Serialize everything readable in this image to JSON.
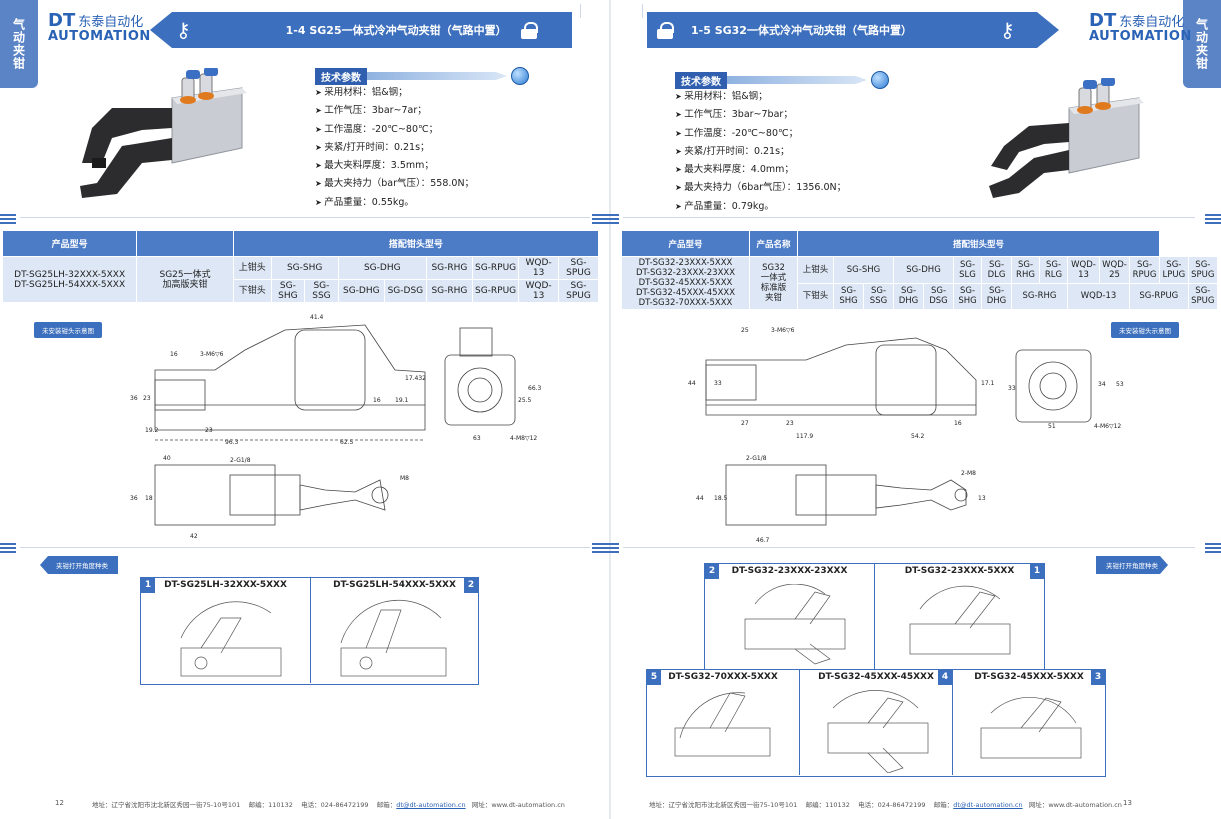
{
  "left": {
    "side_tab": "气动夹钳",
    "logo": {
      "dt": "DT",
      "cn": "东泰自动化",
      "en": "AUTOMATION"
    },
    "title": "1-4  SG25一体式冷冲气动夹钳（气路中置）",
    "params_label": "技术参数",
    "params": [
      "采用材料：铝&钢；",
      "工作气压：3bar~7ar；",
      "工作温度：-20℃~80℃；",
      "夹紧/打开时间：0.21s；",
      "最大夹料厚度：3.5mm；",
      "最大夹持力（bar气压）：558.0N；",
      "产品重量：0.55kg。"
    ],
    "table": {
      "h_model": "产品型号",
      "h_fit": "搭配钳头型号",
      "models": [
        "DT-SG25LH-32XXX-5XXX",
        "DT-SG25LH-54XXX-5XXX"
      ],
      "name": [
        "SG25一体式",
        "加高版夹钳"
      ],
      "upper_label": "上钳头",
      "lower_label": "下钳头",
      "upper": [
        "SG-SHG",
        "SG-DHG",
        "SG-RHG",
        "SG-RPUG",
        "WQD-13",
        "SG-SPUG"
      ],
      "lower": [
        "SG-SHG",
        "SG-SSG",
        "SG-DHG",
        "SG-DSG",
        "SG-RHG",
        "SG-RPUG",
        "WQD-13",
        "SG-SPUG"
      ]
    },
    "diagram_tag": "未安装钳头示意图",
    "dims_top": [
      "41.4",
      "3-M6▽6",
      "16",
      "36",
      "23",
      "19.2",
      "23",
      "96.3",
      "62.5",
      "16",
      "19.1",
      "17.432",
      "4-M8▽12",
      "63",
      "25.5",
      "66.3"
    ],
    "dims_bottom": [
      "40",
      "2-G1/8",
      "36",
      "18",
      "42",
      "M8"
    ],
    "angle_tag": "夹钳打开角度种类",
    "panels": [
      {
        "num": "1",
        "title": "DT-SG25LH-32XXX-5XXX"
      },
      {
        "num": "2",
        "title": "DT-SG25LH-54XXX-5XXX"
      }
    ],
    "footer": {
      "page": "12",
      "address": "地址：辽宁省沈阳市沈北新区秀园一街75-10号101",
      "zip": "邮编：110132",
      "phone": "电话：024-86472199",
      "email_label": "邮箱：",
      "email": "dt@dt-automation.cn",
      "web": "网址：www.dt-automation.cn"
    }
  },
  "right": {
    "side_tab": "气动夹钳",
    "logo": {
      "dt": "DT",
      "cn": "东泰自动化",
      "en": "AUTOMATION"
    },
    "title": "1-5  SG32一体式冷冲气动夹钳（气路中置）",
    "params_label": "技术参数",
    "params": [
      "采用材料：铝&钢；",
      "工作气压：3bar~7bar；",
      "工作温度：-20℃~80℃；",
      "夹紧/打开时间：0.21s；",
      "最大夹料厚度：4.0mm；",
      "最大夹持力（6bar气压）：1356.0N；",
      "产品重量：0.79kg。"
    ],
    "table": {
      "h_model": "产品型号",
      "h_name": "产品名称",
      "h_fit": "搭配钳头型号",
      "models": [
        "DT-SG32-23XXX-5XXX",
        "DT-SG32-23XXX-23XXX",
        "DT-SG32-45XXX-5XXX",
        "DT-SG32-45XXX-45XXX",
        "DT-SG32-70XXX-5XXX"
      ],
      "name": [
        "SG32",
        "一体式",
        "标准版",
        "夹钳"
      ],
      "upper_label": "上钳头",
      "lower_label": "下钳头",
      "upper": [
        "SG-SHG",
        "SG-DHG",
        "SG-SLG",
        "SG-DLG",
        "SG-RHG",
        "SG-RLG",
        "WQD-13",
        "WQD-25",
        "SG-RPUG",
        "SG-LPUG",
        "SG-SPUG"
      ],
      "lower": [
        "SG-SHG",
        "SG-SSG",
        "SG-DHG",
        "SG-DSG",
        "SG-SHG",
        "SG-DHG",
        "SG-RHG",
        "WQD-13",
        "SG-RPUG",
        "SG-SPUG"
      ]
    },
    "diagram_tag": "未安装钳头示意图",
    "dims_top": [
      "25",
      "3-M6▽6",
      "44",
      "33",
      "27",
      "23",
      "117.9",
      "54.2",
      "16",
      "17.1",
      "33",
      "4-M6▽12",
      "51",
      "34",
      "53"
    ],
    "dims_bottom": [
      "2-G1/8",
      "2-M8",
      "44",
      "18.5",
      "46.7",
      "13"
    ],
    "angle_tag": "夹钳打开角度种类",
    "panels": [
      {
        "num": "2",
        "title": "DT-SG32-23XXX-23XXX"
      },
      {
        "num": "1",
        "title": "DT-SG32-23XXX-5XXX"
      },
      {
        "num": "5",
        "title": "DT-SG32-70XXX-5XXX"
      },
      {
        "num": "4",
        "title": "DT-SG32-45XXX-45XXX"
      },
      {
        "num": "3",
        "title": "DT-SG32-45XXX-5XXX"
      }
    ],
    "footer": {
      "page": "13",
      "address": "地址：辽宁省沈阳市沈北新区秀园一街75-10号101",
      "zip": "邮编：110132",
      "phone": "电话：024-86472199",
      "email_label": "邮箱：",
      "email": "dt@dt-automation.cn",
      "web": "网址：www.dt-automation.cn"
    }
  }
}
